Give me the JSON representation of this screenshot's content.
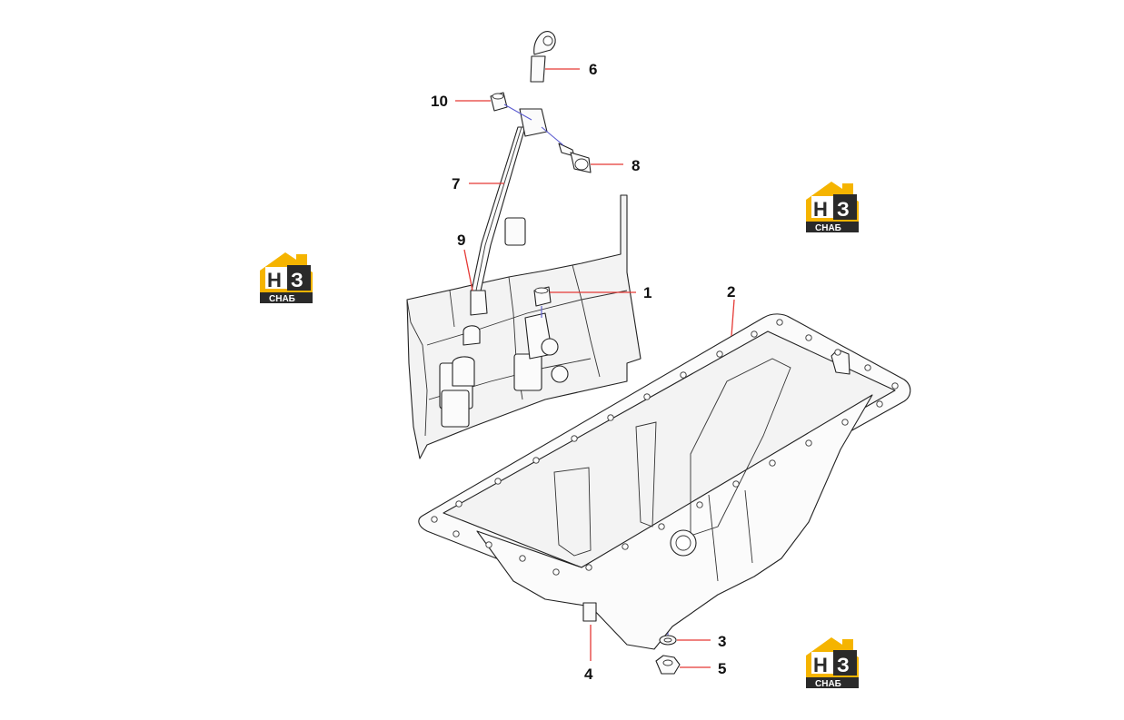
{
  "diagram": {
    "callouts": [
      {
        "id": "1",
        "label": "1"
      },
      {
        "id": "2",
        "label": "2"
      },
      {
        "id": "3",
        "label": "3"
      },
      {
        "id": "4",
        "label": "4"
      },
      {
        "id": "5",
        "label": "5"
      },
      {
        "id": "6",
        "label": "6"
      },
      {
        "id": "7",
        "label": "7"
      },
      {
        "id": "8",
        "label": "8"
      },
      {
        "id": "9",
        "label": "9"
      },
      {
        "id": "10",
        "label": "10"
      }
    ]
  },
  "watermark": {
    "letters": "НЗ",
    "caption": "СНАБ",
    "colors": {
      "yellow": "#f5b400",
      "dark": "#2a2a2a"
    }
  },
  "colors": {
    "leader": "#e53935",
    "axis": "#5a5ad0"
  }
}
